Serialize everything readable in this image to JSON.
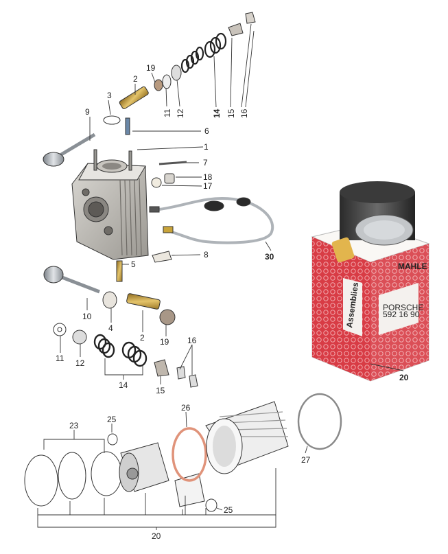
{
  "callouts": [
    {
      "id": "c1",
      "text": "1"
    },
    {
      "id": "c2a",
      "text": "2"
    },
    {
      "id": "c2b",
      "text": "2"
    },
    {
      "id": "c3",
      "text": "3"
    },
    {
      "id": "c4",
      "text": "4"
    },
    {
      "id": "c5",
      "text": "5"
    },
    {
      "id": "c6",
      "text": "6"
    },
    {
      "id": "c7",
      "text": "7"
    },
    {
      "id": "c8",
      "text": "8"
    },
    {
      "id": "c9",
      "text": "9"
    },
    {
      "id": "c10",
      "text": "10"
    },
    {
      "id": "c11a",
      "text": "11"
    },
    {
      "id": "c11b",
      "text": "11"
    },
    {
      "id": "c12a",
      "text": "12"
    },
    {
      "id": "c12b",
      "text": "12"
    },
    {
      "id": "c14a",
      "text": "14"
    },
    {
      "id": "c14b",
      "text": "14"
    },
    {
      "id": "c15a",
      "text": "15"
    },
    {
      "id": "c15b",
      "text": "15"
    },
    {
      "id": "c16a",
      "text": "16"
    },
    {
      "id": "c16b",
      "text": "16"
    },
    {
      "id": "c17",
      "text": "17"
    },
    {
      "id": "c18",
      "text": "18"
    },
    {
      "id": "c19a",
      "text": "19"
    },
    {
      "id": "c19b",
      "text": "19"
    },
    {
      "id": "c20a",
      "text": "20"
    },
    {
      "id": "c20b",
      "text": "20"
    },
    {
      "id": "c23",
      "text": "23"
    },
    {
      "id": "c25a",
      "text": "25"
    },
    {
      "id": "c25b",
      "text": "25"
    },
    {
      "id": "c26",
      "text": "26"
    },
    {
      "id": "c27",
      "text": "27"
    },
    {
      "id": "c30",
      "text": "30"
    }
  ],
  "box": {
    "brand": "MAHLE",
    "side_text": "Assemblies",
    "label_line1": "PORSCHE",
    "label_line2": "592 16 90"
  },
  "colors": {
    "ink": "#333333",
    "box_red": "#d6323c",
    "box_white": "#f4f1ee",
    "steel": "#9aa0a6",
    "brass": "#c9a43a",
    "copper": "#e0937a"
  }
}
